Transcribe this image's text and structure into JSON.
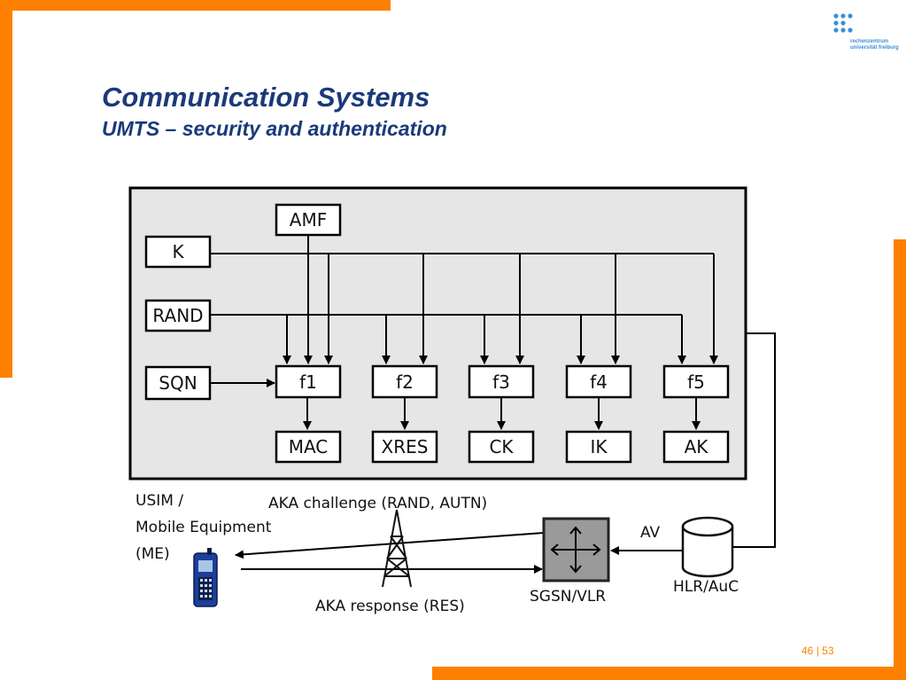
{
  "slide": {
    "title": "Communication Systems",
    "subtitle": "UMTS – security and authentication",
    "page_current": "46",
    "page_separator": "|",
    "page_total": "53"
  },
  "logo": {
    "line1": "rechenzentrum",
    "line2": "universität freiburg",
    "icon": "dot-grid-icon",
    "color": "#3a8fd8"
  },
  "colors": {
    "accent_bar": "#ff7f00",
    "title": "#1a3a7a",
    "diagram_bg": "#e6e6e6"
  },
  "diagram": {
    "inputs": {
      "amf": "AMF",
      "k": "K",
      "rand": "RAND",
      "sqn": "SQN"
    },
    "functions": [
      "f1",
      "f2",
      "f3",
      "f4",
      "f5"
    ],
    "outputs": [
      "MAC",
      "XRES",
      "CK",
      "IK",
      "AK"
    ],
    "usim_label_1": "USIM /",
    "usim_label_2": "Mobile Equipment",
    "usim_label_3": "(ME)",
    "challenge": "AKA challenge (RAND, AUTN)",
    "response": "AKA response (RES)",
    "sgsn": "SGSN/VLR",
    "av": "AV",
    "hlr": "HLR/AuC"
  }
}
